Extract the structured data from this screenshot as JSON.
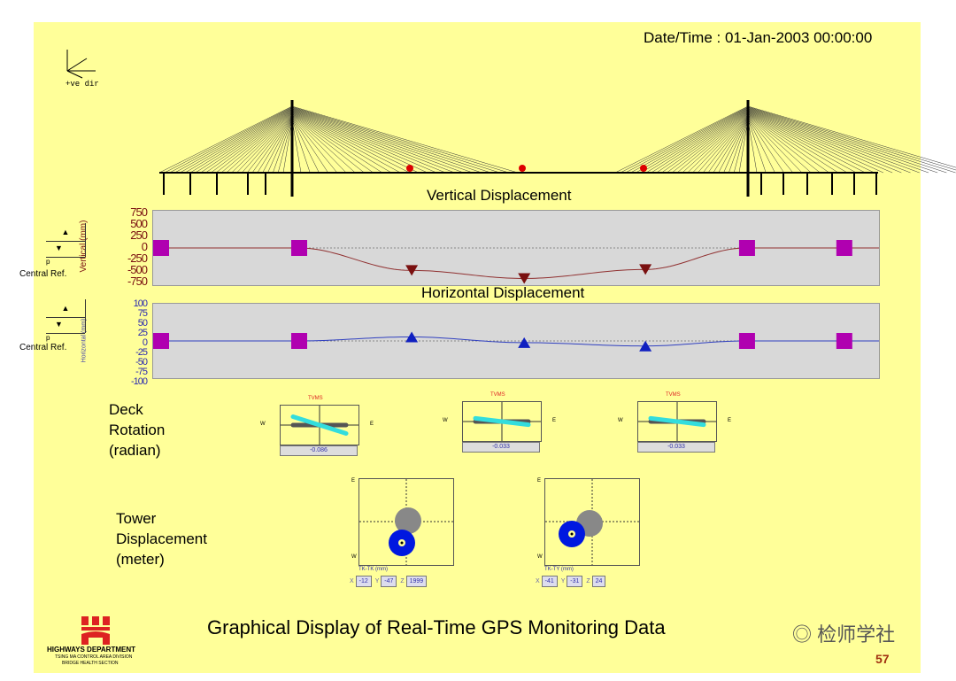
{
  "datetime": "Date/Time : 01-Jan-2003  00:00:00",
  "axis_icon_label": "+ve dir",
  "vertical": {
    "title": "Vertical Displacement",
    "ylabel": "Vertical (mm)",
    "ticks": [
      "750",
      "500",
      "250",
      "0",
      "-250",
      "-500",
      "-750"
    ],
    "range": [
      -750,
      750
    ],
    "ref_label": "Central Ref.",
    "p_label": "p",
    "points": [
      {
        "pos": 0,
        "v": 0,
        "m": "square"
      },
      {
        "pos": 0.2,
        "v": 0,
        "m": "square"
      },
      {
        "pos": 0.355,
        "v": -500,
        "m": "tri-down"
      },
      {
        "pos": 0.51,
        "v": -680,
        "m": "tri-down"
      },
      {
        "pos": 0.677,
        "v": -480,
        "m": "tri-down"
      },
      {
        "pos": 0.817,
        "v": 0,
        "m": "square"
      },
      {
        "pos": 0.951,
        "v": 0,
        "m": "square"
      }
    ]
  },
  "horizontal": {
    "title": "Horizontal Displacement",
    "ylabel": "Horizontal (mm)",
    "ticks": [
      "100",
      "75",
      "50",
      "25",
      "0",
      "-25",
      "-50",
      "-75",
      "-100"
    ],
    "range": [
      -100,
      100
    ],
    "ref_label": "Central Ref.",
    "p_label": "p",
    "points": [
      {
        "pos": 0,
        "v": 0,
        "m": "square"
      },
      {
        "pos": 0.2,
        "v": 0,
        "m": "square"
      },
      {
        "pos": 0.355,
        "v": 12,
        "m": "tri-up"
      },
      {
        "pos": 0.51,
        "v": -5,
        "m": "tri-up"
      },
      {
        "pos": 0.677,
        "v": -15,
        "m": "tri-up"
      },
      {
        "pos": 0.817,
        "v": 0,
        "m": "square"
      },
      {
        "pos": 0.951,
        "v": 0,
        "m": "square"
      }
    ]
  },
  "deck": {
    "label1": "Deck",
    "label2": "Rotation",
    "label3": "(radian)",
    "gauges": [
      {
        "title": "TVMS",
        "w": "W",
        "e": "E",
        "value": "-0.086",
        "angle": 0.086
      },
      {
        "title": "TVMS",
        "w": "W",
        "e": "E",
        "value": "-0.033",
        "angle": 0.033
      },
      {
        "title": "TVMS",
        "w": "W",
        "e": "E",
        "value": "-0.033",
        "angle": 0.033
      }
    ]
  },
  "tower": {
    "label1": "Tower",
    "label2": "Displacement",
    "label3": "(meter)",
    "plots": [
      {
        "title": "TK-TK (mm)",
        "e": "E",
        "w": "W",
        "x": "-12",
        "y": "-47",
        "z": "1999"
      },
      {
        "title": "TK-TY (mm)",
        "e": "E",
        "w": "W",
        "x": "-41",
        "y": "-31",
        "z": "24"
      }
    ],
    "xl": "X",
    "yl": "Y",
    "zl": "Z"
  },
  "footer": {
    "title": "Graphical Display of Real-Time GPS Monitoring Data",
    "page": "57",
    "org": "HIGHWAYS DEPARTMENT",
    "org_sub1": "TSING MA CONTROL AREA DIVISION",
    "org_sub2": "BRIDGE HEALTH SECTION",
    "watermark": "检师学社"
  },
  "colors": {
    "bg": "#ffff99",
    "square": "#b000b0",
    "vtri": "#7a1010",
    "htri": "#1020c0"
  }
}
